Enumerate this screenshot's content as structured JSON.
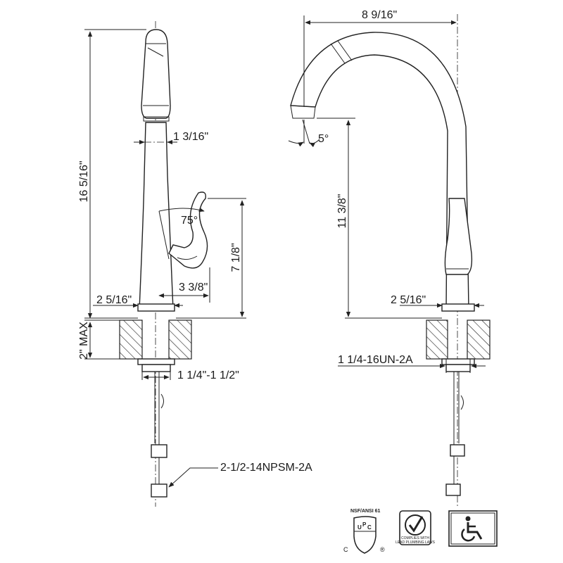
{
  "dimensions": {
    "overall_height": "16 5/16\"",
    "spout_width": "1 3/16\"",
    "handle_angle": "75°",
    "handle_height": "7 1/8\"",
    "handle_reach": "3 3/8\"",
    "base_width_left": "2 5/16\"",
    "max_deck": "2\" MAX",
    "shank_range": "1 1/4\"-1 1/2\"",
    "inlet_thread": "2-1/2-14NPSM-2A",
    "spout_reach": "8 9/16\"",
    "spout_height": "11 3/8\"",
    "base_width_right": "2 5/16\"",
    "shank_thread": "1 1/4-16UN-2A",
    "spray_angle": "5°"
  },
  "certifications": {
    "nsf_label": "NSF/ANSI 61",
    "upc_letters": [
      "U",
      "P",
      "C"
    ],
    "csa_c": "C",
    "csa_r": "®",
    "compliance_text_line1": "COMPLIES WITH",
    "compliance_text_line2": "LEAD PLUMBING LAWS"
  },
  "icons": [
    "upc-cupc-icon",
    "lead-free-check-icon",
    "ada-wheelchair-icon"
  ]
}
